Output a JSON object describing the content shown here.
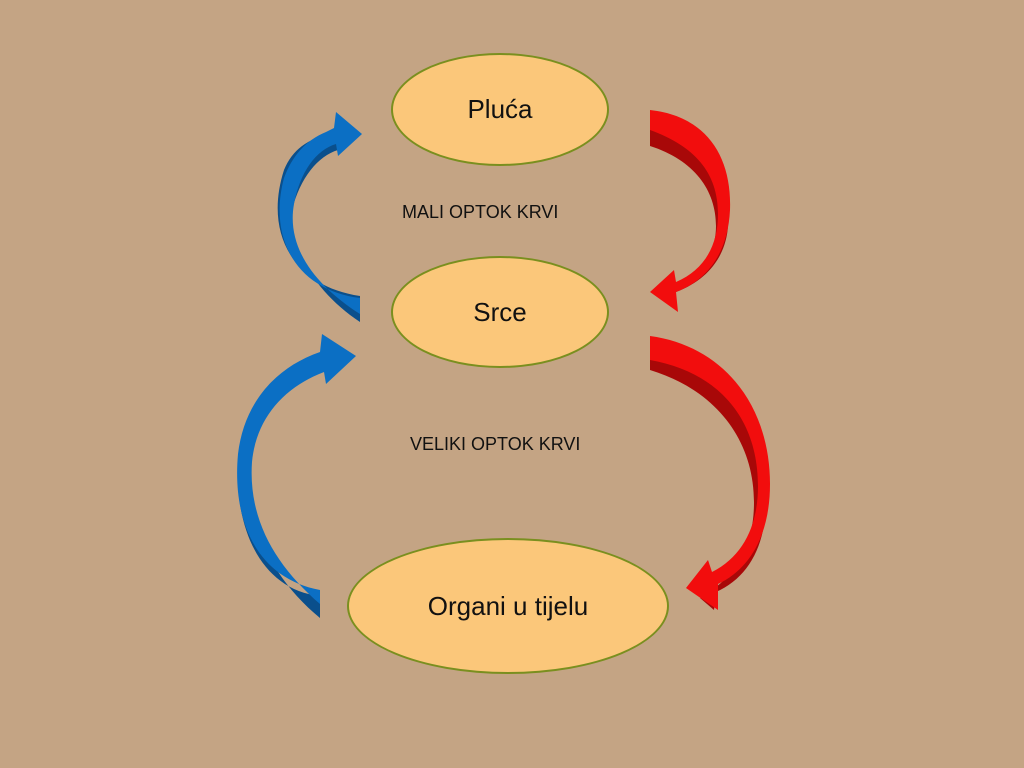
{
  "nodes": {
    "lungs": "Pluća",
    "heart": "Srce",
    "organs": "Organi u tijelu"
  },
  "labels": {
    "pulmonary_circulation": "MALI OPTOK KRVI",
    "systemic_circulation": "VELIKI OPTOK KRVI"
  },
  "arrows": [
    {
      "from": "heart",
      "to": "lungs",
      "kind": "deoxygenated",
      "color": "#0b6fc4"
    },
    {
      "from": "lungs",
      "to": "heart",
      "kind": "oxygenated",
      "color": "#f20d0d"
    },
    {
      "from": "heart",
      "to": "organs",
      "kind": "oxygenated",
      "color": "#f20d0d"
    },
    {
      "from": "organs",
      "to": "heart",
      "kind": "deoxygenated",
      "color": "#0b6fc4"
    }
  ],
  "colors": {
    "background": "#c4a484",
    "node_fill": "#fbc77a",
    "node_border": "#7a8f1f",
    "blue_shadow": "#0a4f8c",
    "red_shadow": "#a80808"
  }
}
